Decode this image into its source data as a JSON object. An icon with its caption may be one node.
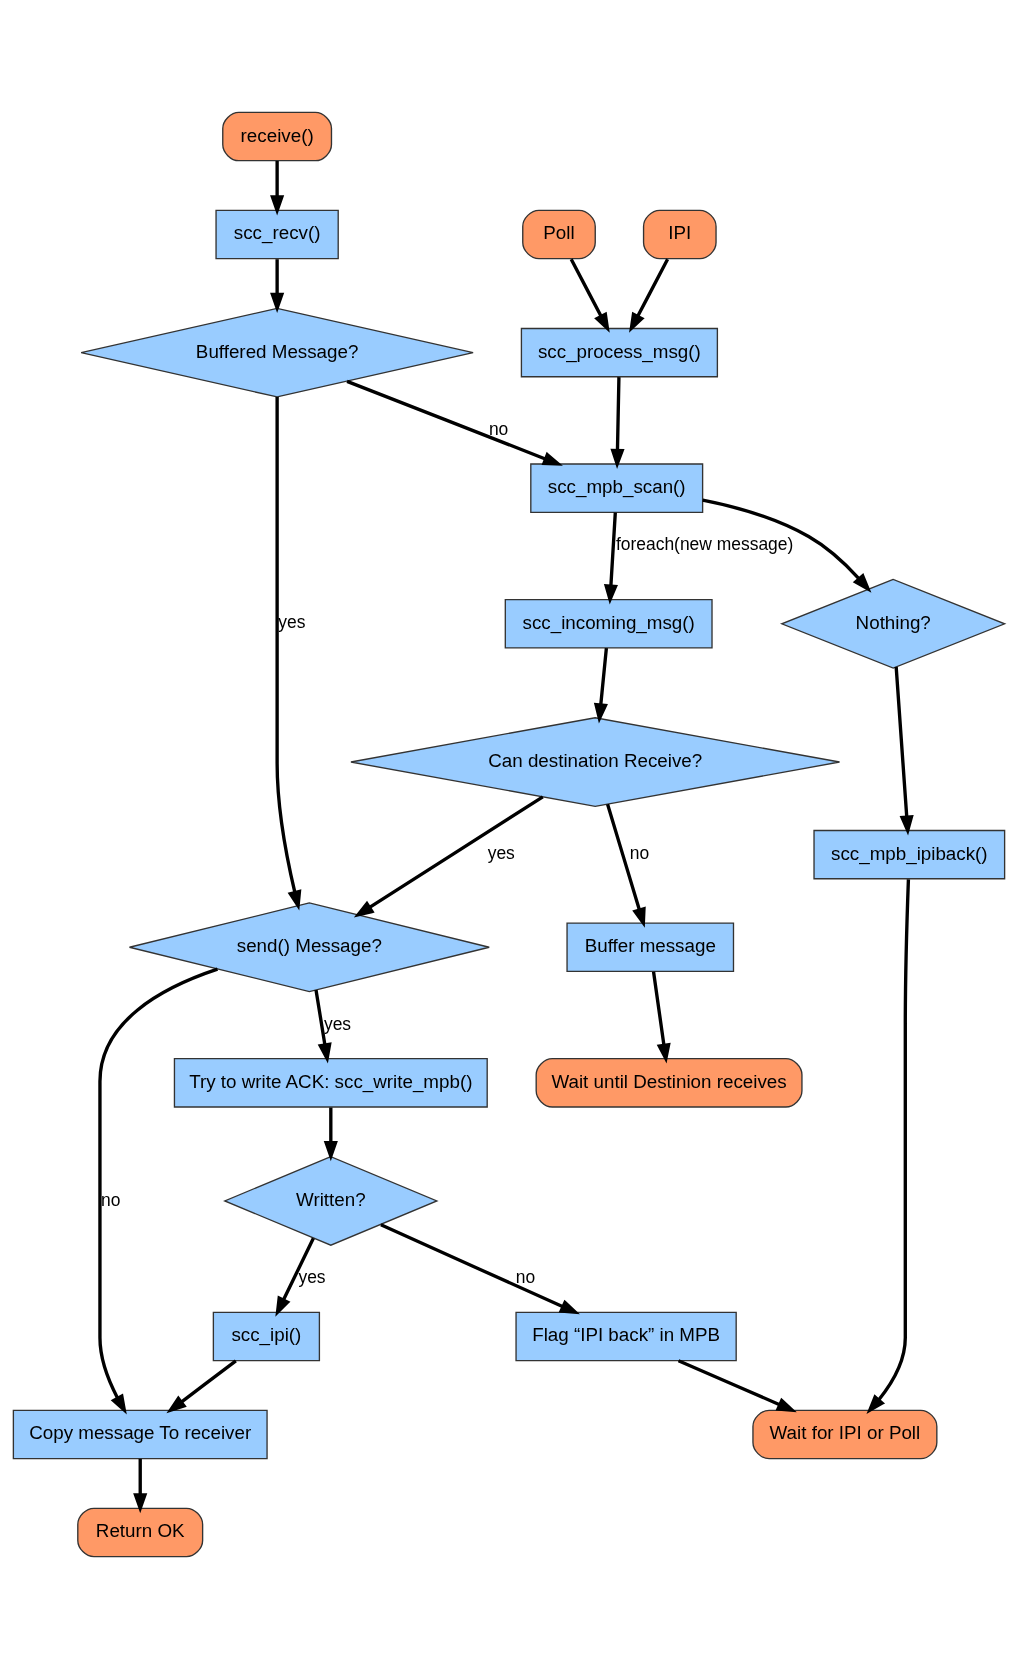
{
  "diagram": {
    "nodes": [
      {
        "text": [
          "receive()"
        ]
      },
      {
        "text": [
          "IPI"
        ]
      },
      {
        "text": [
          "Poll"
        ]
      },
      {
        "text": [
          "scc_recv()"
        ]
      },
      {
        "text": [
          "scc_process_msg()"
        ]
      },
      {
        "text": [
          "Buffered Message?"
        ]
      },
      {
        "text": [
          "scc_mpb_scan()"
        ]
      },
      {
        "text": [
          "scc_incoming_msg()"
        ]
      },
      {
        "text": [
          "Nothing?"
        ]
      },
      {
        "text": [
          "send() Message?"
        ]
      },
      {
        "text": [
          "Can destination Receive?"
        ]
      },
      {
        "text": [
          "Try to write ACK: scc_write_mpb()"
        ]
      },
      {
        "text": [
          "Buffer message"
        ]
      },
      {
        "text": [
          "Written?"
        ]
      },
      {
        "text": [
          "Wait until Destinion receives"
        ]
      },
      {
        "text": [
          "scc_ipi()"
        ]
      },
      {
        "text": [
          "Copy message To receiver"
        ]
      },
      {
        "text": [
          "Flag “IPI back” in MPB"
        ]
      },
      {
        "text": [
          "scc_mpb_ipiback()"
        ]
      },
      {
        "text": [
          "Return OK"
        ]
      },
      {
        "text": [
          "Wait for IPI or Poll"
        ]
      }
    ],
    "edges": [
      {
        "from": 0,
        "to": 3,
        "arrow": "to"
      },
      {
        "from": 1,
        "to": 4,
        "arrow": "to"
      },
      {
        "from": 2,
        "to": 4,
        "arrow": "to"
      },
      {
        "from": 3,
        "to": 5,
        "arrow": "to"
      },
      {
        "from": 4,
        "to": 6,
        "arrow": "to"
      },
      {
        "from": 5,
        "to": 6,
        "arrow": "to",
        "label": "no"
      },
      {
        "from": 6,
        "to": 7,
        "arrow": "to",
        "label": "foreach(new message)"
      },
      {
        "from": 6,
        "to": 8,
        "arrow": "to"
      },
      {
        "from": 5,
        "to": 9,
        "arrow": "to",
        "label": "yes"
      },
      {
        "from": 7,
        "to": 10,
        "arrow": "to"
      },
      {
        "from": 10,
        "to": 9,
        "arrow": "to",
        "label": "yes"
      },
      {
        "from": 9,
        "to": 16,
        "arrow": "to",
        "label": "no"
      },
      {
        "from": 9,
        "to": 11,
        "arrow": "to",
        "label": "yes"
      },
      {
        "from": 10,
        "to": 12,
        "arrow": "to",
        "label": "no"
      },
      {
        "from": 11,
        "to": 13,
        "arrow": "to"
      },
      {
        "from": 12,
        "to": 14,
        "arrow": "to"
      },
      {
        "from": 13,
        "to": 17,
        "arrow": "to",
        "label": "no"
      },
      {
        "from": 13,
        "to": 15,
        "arrow": "to",
        "label": "yes"
      },
      {
        "from": 8,
        "to": 18,
        "arrow": "to"
      },
      {
        "from": 15,
        "to": 16,
        "arrow": "to"
      },
      {
        "from": 16,
        "to": 19,
        "arrow": "to"
      },
      {
        "from": 17,
        "to": 20,
        "arrow": "to"
      },
      {
        "from": 18,
        "to": 20,
        "arrow": "to"
      }
    ]
  }
}
